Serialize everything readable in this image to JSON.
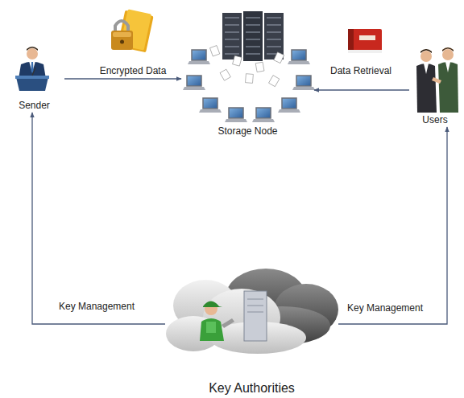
{
  "diagram": {
    "nodes": [
      {
        "text": [
          "Sender"
        ]
      },
      {
        "text": [
          "Storage Node"
        ]
      },
      {
        "text": [
          "Users"
        ]
      },
      {
        "text": [
          "Key Authorities"
        ]
      }
    ],
    "edges": [
      {
        "from": 0,
        "to": 1,
        "label": "Encrypted Data",
        "arrow": "to"
      },
      {
        "from": 2,
        "to": 1,
        "label": "Data Retrieval",
        "arrow": "to"
      },
      {
        "from": 3,
        "to": 0,
        "label": "Key Management",
        "arrow": "to"
      },
      {
        "from": 3,
        "to": 2,
        "label": "Key Management",
        "arrow": "to"
      }
    ]
  }
}
